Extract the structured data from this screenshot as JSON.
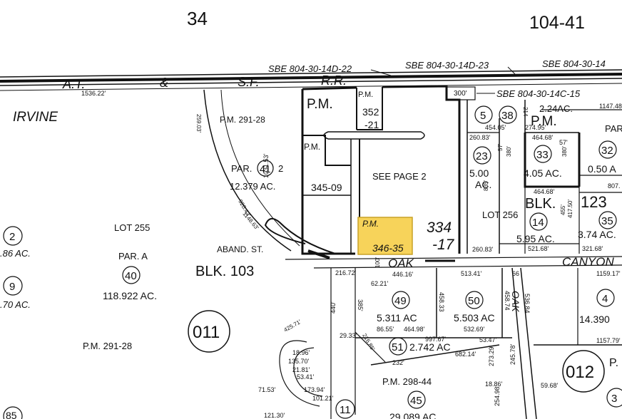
{
  "header": {
    "book_page": "34",
    "map_ref": "104-41"
  },
  "railroad": {
    "name_at": "A.T.",
    "name_amp": "&",
    "name_sf": "S.F.",
    "name_rr": "R.R.",
    "length": "1536.22'",
    "sbe_1": "SBE 804-30-14D-22",
    "sbe_2": "SBE 804-30-14D-23",
    "sbe_3": "SBE 804-30-14",
    "sbe_4": "SBE 804-30-14C-15",
    "dim_300": "300'"
  },
  "labels": {
    "irvine": "IRVINE",
    "pm_291_28": "P.M. 291-28",
    "pm_291_28_b": "P.M. 291-28",
    "pm_298_44": "P.M. 298-44",
    "par": "PAR.",
    "par_41_num": "41",
    "par_41_suffix": "2",
    "par_41_area": "12.379 AC.",
    "dim_1031": "1031.53'",
    "dim_920": "920.43'",
    "dim_1148": "1148.63'",
    "dim_259": "259.03'",
    "pm_big": "P.M.",
    "pm_352": "P.M.",
    "pm_352_num": "352",
    "pm_352_suffix": "-21",
    "pm_345": "P.M.",
    "pm_345_num": "345-09",
    "see_page": "SEE PAGE 2",
    "pm_346": "P.M.",
    "pm_346_num": "346-35",
    "num_334": "334",
    "num_334_suffix": "-17",
    "lot_255": "LOT 255",
    "par_a": "PAR. A",
    "par_a_num": "40",
    "par_a_area": "118.922 AC.",
    "aband_st": "ABAND. ST.",
    "blk_103": "BLK. 103",
    "book_011": "011",
    "left_2": "2",
    "left_2_area": ".86 AC.",
    "left_9": "9",
    "left_9_area": ".70 AC.",
    "oak": "OAK",
    "canyon": "CANYON",
    "oak_vertical": "OAK",
    "dim_216": "216.72'",
    "dim_62": "62.21'",
    "dim_100": "100'",
    "dim_446": "446.16'",
    "dim_513": "513.41'",
    "dim_66": "66",
    "dim_1159": "1159.17'",
    "dim_440": "440'",
    "dim_385": "385'",
    "par_49": "49",
    "par_49_area": "5.311 AC",
    "dim_458a": "458.33",
    "par_50": "50",
    "par_50_area": "5.503 AC",
    "dim_458b": "458.74",
    "dim_536": "536.84",
    "par_4": "4",
    "par_4_area": "14.390",
    "dim_86": "86.55'",
    "dim_464": "464.98'",
    "dim_532": "532.69'",
    "dim_29": "29.33'",
    "dim_425": "425.71'",
    "dim_997": "997.67'",
    "dim_53": "53.47'",
    "dim_1157": "1157.79'",
    "par_51": "51",
    "par_51_area": "2.742 AC",
    "dim_682": "682.14'",
    "dim_232": "232'",
    "dim_216b": "216.85'",
    "dim_18": "18.96'",
    "dim_135": "135.70'",
    "dim_21": "21.81'",
    "dim_53b": "53.41'",
    "dim_71": "71.53'",
    "dim_173": "173.94'",
    "dim_101": "101.21'",
    "dim_121": "121.30'",
    "par_45": "45",
    "par_45_area": "29.089 AC.",
    "par_11": "11",
    "dim_273": "273.29'",
    "dim_245": "245.78'",
    "dim_18b": "18.86'",
    "dim_59": "59.68'",
    "dim_254": "254.98'",
    "book_012": "012",
    "p_cut": "P.",
    "num_3": "3",
    "dim_85": "85",
    "num_5": "5",
    "num_38": "38",
    "dim_214": "214",
    "ac_224": "2.24AC.",
    "dim_454": "454.05'",
    "dim_274": "274.95'",
    "pm_right": "P.M.",
    "dim_1147": "1147.48",
    "par_cut": "PAR",
    "dim_260a": "260.83'",
    "dim_464a": "464.68'",
    "dim_57a": "57'",
    "dim_57b": "57'",
    "par_23": "23",
    "par_23_area": "5.00",
    "par_23_ac": "AC.",
    "dim_380a": "380'",
    "par_33": "33",
    "par_33_area": "4.05 AC.",
    "dim_380b": "380'",
    "par_32": "32",
    "par_32_area": "0.50 A",
    "dim_835": "835'",
    "dim_464b": "464.68'",
    "blk": "BLK.",
    "blk_123": "123",
    "dim_807": "807.",
    "lot_256": "LOT 256",
    "par_14": "14",
    "dim_455": "455'",
    "dim_417": "417.50'",
    "par_35": "35",
    "par_14_area": "5.95 AC.",
    "par_35_area": "3.74 AC.",
    "dim_260b": "260.83'",
    "dim_521": "521.68'",
    "dim_321": "321.68'"
  },
  "colors": {
    "ink": "#111111",
    "highlight": "#f7d35a",
    "highlight_edge": "#c9a227"
  }
}
